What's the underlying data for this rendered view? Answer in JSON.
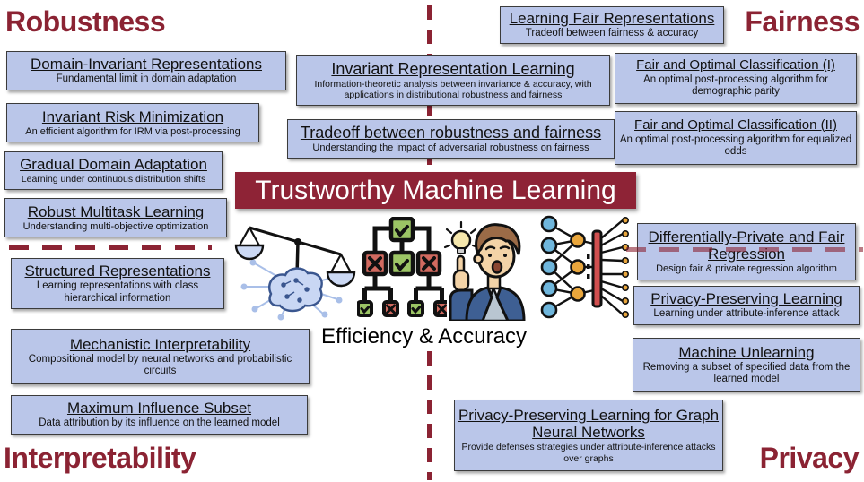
{
  "center": {
    "banner_title": "Trustworthy Machine Learning",
    "caption": "Efficiency & Accuracy"
  },
  "quadrants": {
    "robustness": {
      "label": "Robustness"
    },
    "fairness": {
      "label": "Fairness"
    },
    "interpretability": {
      "label": "Interpretability"
    },
    "privacy": {
      "label": "Privacy"
    }
  },
  "boxes": {
    "domain_invariant": {
      "title": "Domain-Invariant Representations",
      "desc": "Fundamental limit in domain adaptation"
    },
    "invariant_risk": {
      "title": "Invariant Risk Minimization",
      "desc": "An efficient algorithm for IRM via post-processing"
    },
    "gradual_domain": {
      "title": "Gradual Domain Adaptation",
      "desc": "Learning under continuous distribution shifts"
    },
    "robust_multitask": {
      "title": "Robust Multitask Learning",
      "desc": "Understanding multi-objective optimization"
    },
    "structured_repr": {
      "title": "Structured Representations",
      "desc": "Learning representations with class hierarchical information"
    },
    "mechanistic": {
      "title": "Mechanistic Interpretability",
      "desc": "Compositional model by neural networks and probabilistic circuits"
    },
    "max_influence": {
      "title": "Maximum Influence Subset",
      "desc": "Data attribution by its influence on the learned model"
    },
    "invariant_repr": {
      "title": "Invariant Representation Learning",
      "desc": "Information-theoretic analysis between invariance & accuracy, with applications in distributional robustness and fairness"
    },
    "tradeoff_rf": {
      "title": "Tradeoff between robustness and fairness",
      "desc": "Understanding the impact of adversarial robustness on fairness"
    },
    "learning_fair": {
      "title": "Learning Fair Representations",
      "desc": "Tradeoff between fairness & accuracy"
    },
    "fair_optimal_1": {
      "title": "Fair and Optimal Classification (I)",
      "desc": "An optimal post-processing algorithm for demographic parity"
    },
    "fair_optimal_2": {
      "title": "Fair and Optimal Classification (II)",
      "desc": "An optimal post-processing algorithm for equalized odds"
    },
    "diff_private": {
      "title": "Differentially-Private and Fair Regression",
      "desc": "Design fair & private regression algorithm"
    },
    "privacy_preserving": {
      "title": "Privacy-Preserving Learning",
      "desc": "Learning under attribute-inference attack"
    },
    "machine_unlearning": {
      "title": "Machine Unlearning",
      "desc": "Removing a subset of specified data from the learned model"
    },
    "ppgnn": {
      "title": "Privacy-Preserving Learning for Graph Neural Networks",
      "desc": "Provide defenses strategies under attribute-inference attacks over graphs"
    }
  },
  "icons": [
    "balance-scale-brain-icon",
    "decision-tree-icon",
    "person-idea-icon",
    "neural-network-icon"
  ],
  "colors": {
    "accent_maroon": "#8b2333",
    "banner_bg": "#8e2336",
    "banner_text": "#ffffff",
    "box_fill": "#bac6e9",
    "tree_green": "#9cc565",
    "tree_red": "#d26a60",
    "net_blue": "#6fb6dc",
    "net_orange": "#e9a63c",
    "net_bar_red": "#d14f4f"
  }
}
